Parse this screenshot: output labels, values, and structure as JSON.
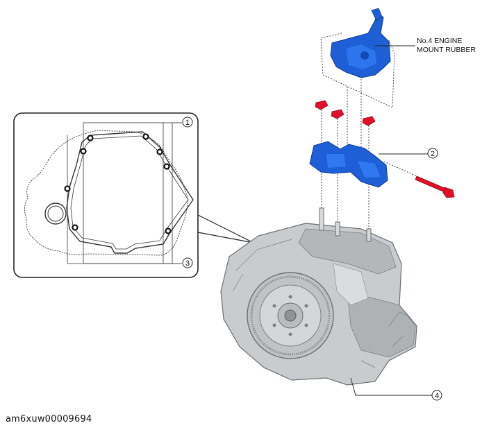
{
  "labels": {
    "part_label_line1": "No.4 ENGINE",
    "part_label_line2": "MOUNT RUBBER",
    "callout_1": "1",
    "callout_2": "2",
    "callout_3": "3",
    "callout_4": "4"
  },
  "figure_id": "am6xuw00009694",
  "colors": {
    "bracket_blue": "#1f5fd6",
    "bolt_red": "#e0102a",
    "housing_gray": "#c9ccce",
    "line": "#222222"
  }
}
